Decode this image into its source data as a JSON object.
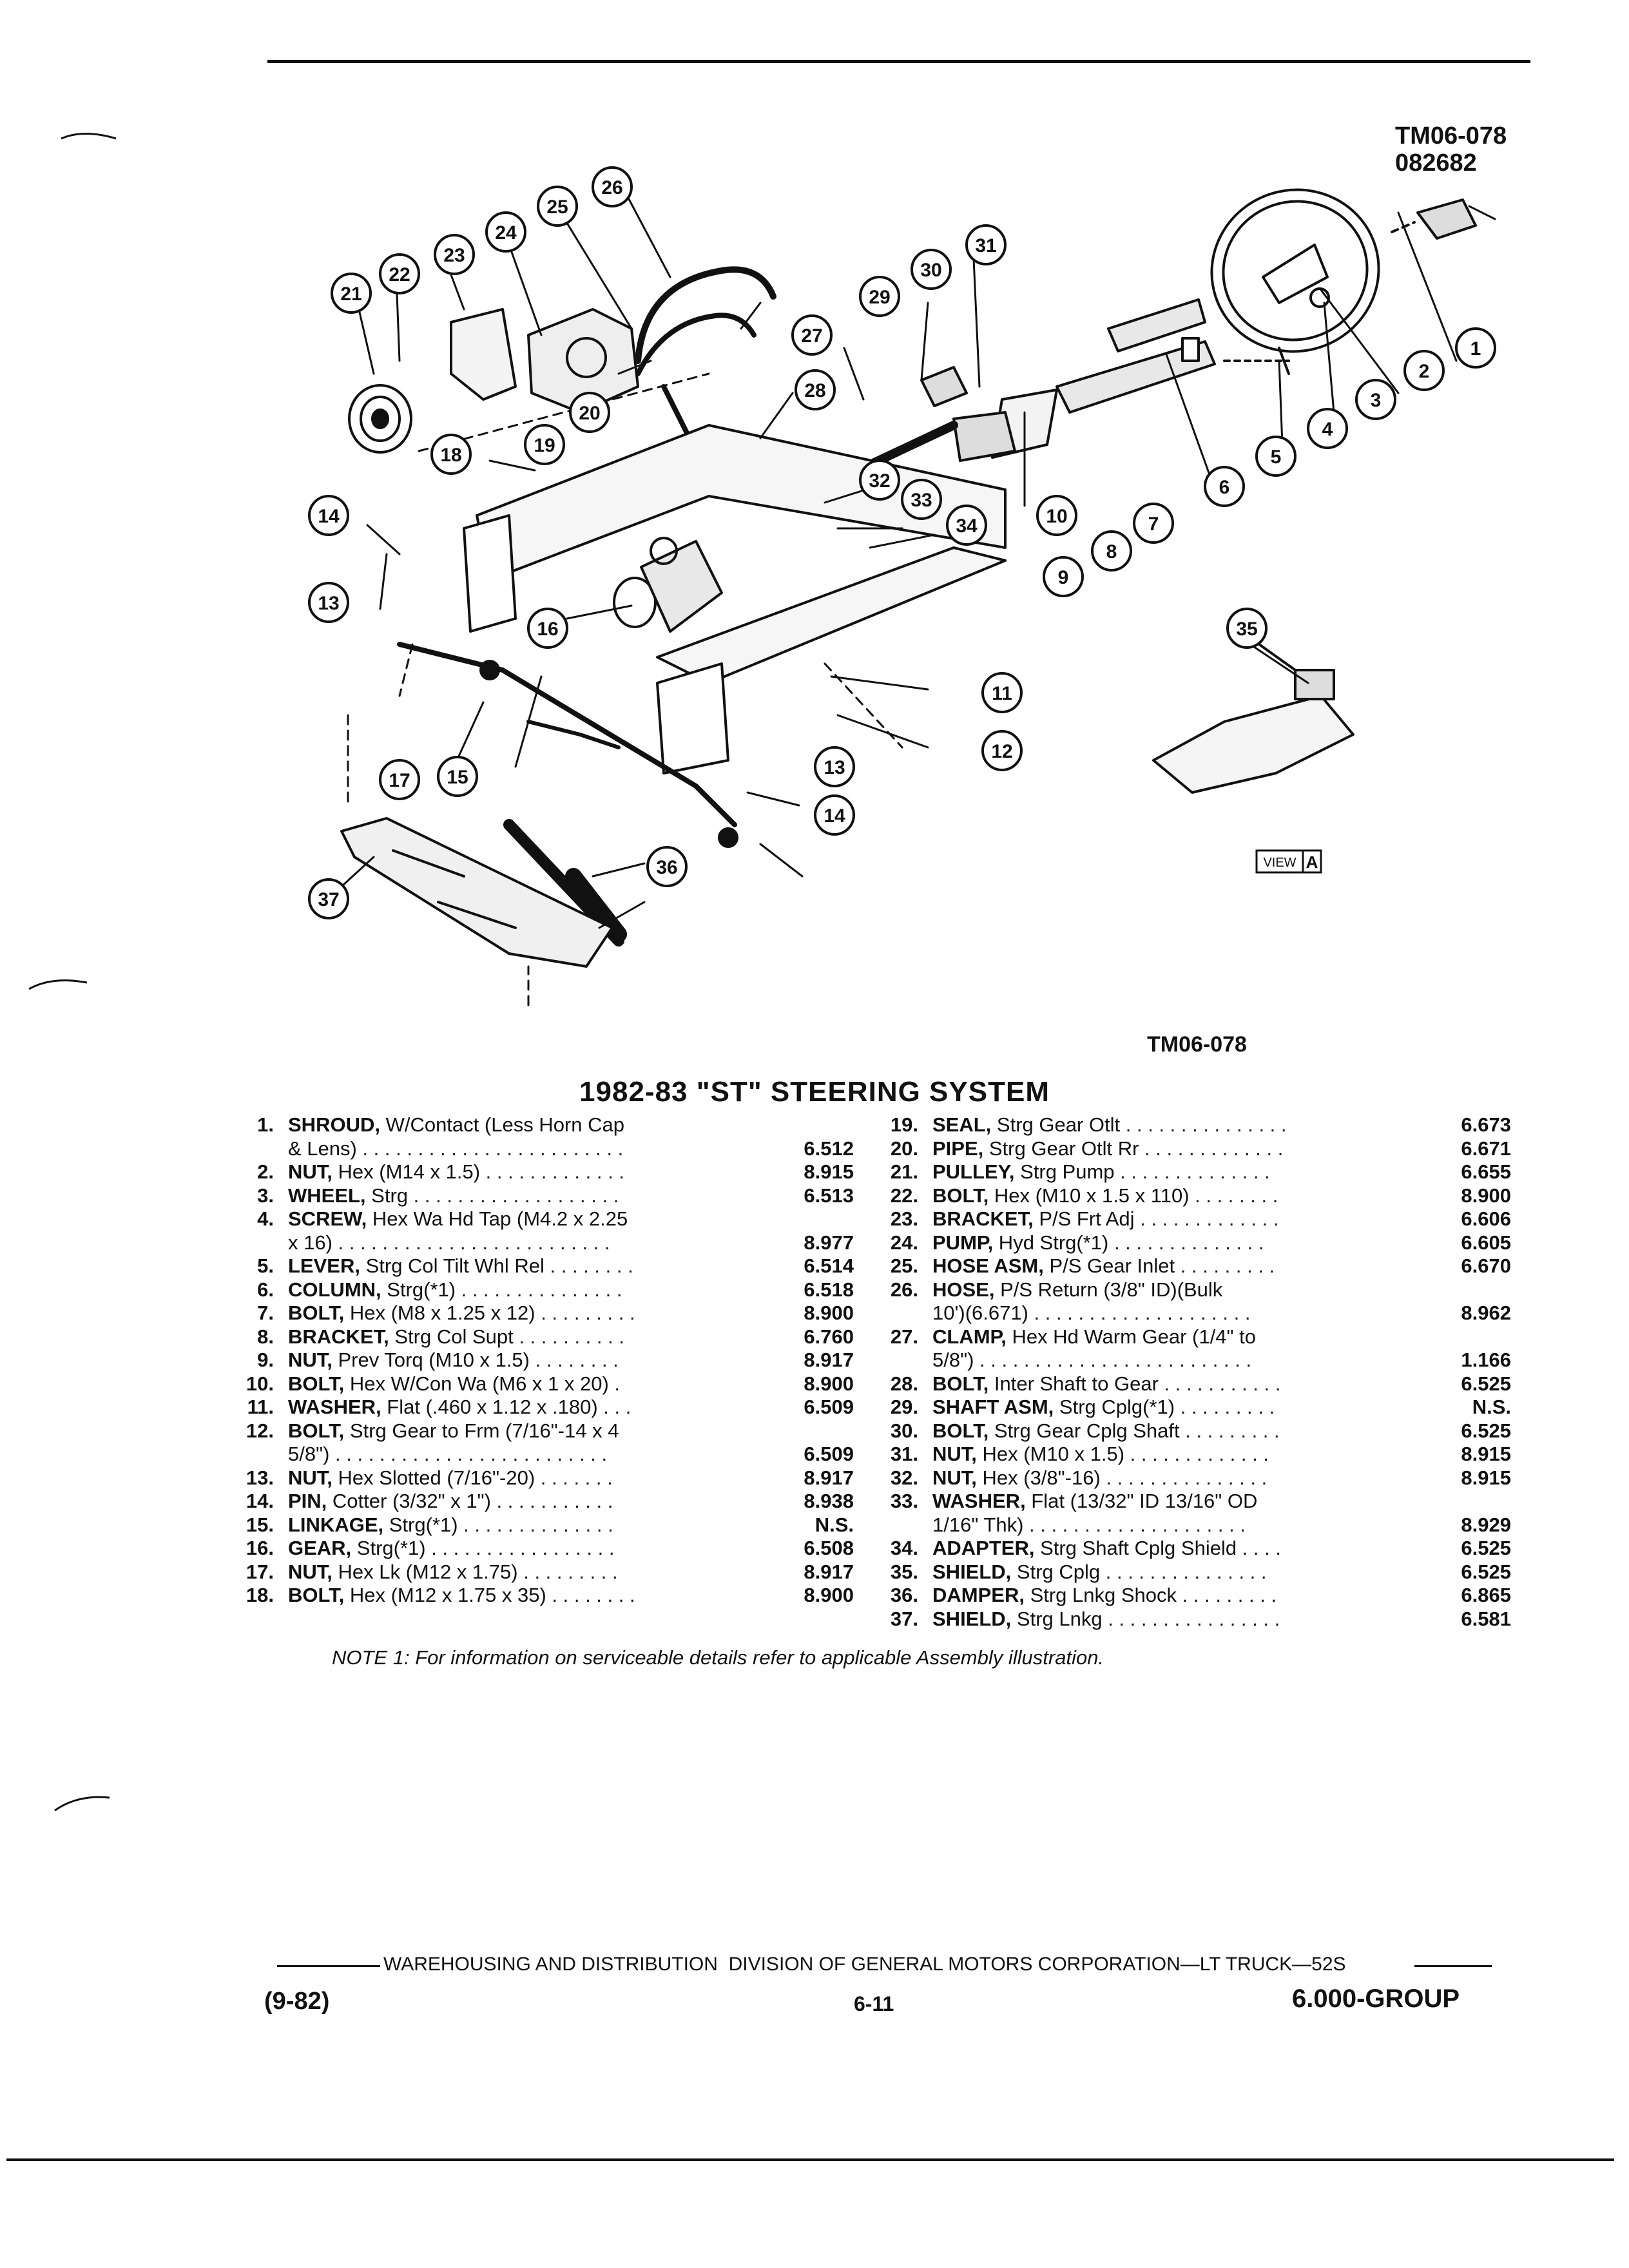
{
  "figure": {
    "code_top_1": "TM06-078",
    "code_top_2": "082682",
    "code_bottom": "TM06-078",
    "view_label": "VIEW",
    "view_letter": "A",
    "callouts": [
      "1",
      "2",
      "3",
      "4",
      "5",
      "6",
      "7",
      "8",
      "9",
      "10",
      "11",
      "12",
      "13",
      "14",
      "15",
      "16",
      "17",
      "18",
      "19",
      "20",
      "21",
      "22",
      "23",
      "24",
      "25",
      "26",
      "27",
      "28",
      "29",
      "30",
      "31",
      "32",
      "33",
      "34",
      "35",
      "36",
      "37"
    ]
  },
  "title": "1982-83 \"ST\" STEERING SYSTEM",
  "parts_left": [
    {
      "num": "1.",
      "name": "SHROUD,",
      "rest": " W/Contact (Less Horn Cap",
      "code": ""
    },
    {
      "num": "",
      "name": "",
      "rest": "& Lens) . . . . . . . . . . . . . . . . . . . . . . . .",
      "code": "6.512"
    },
    {
      "num": "2.",
      "name": "NUT,",
      "rest": " Hex (M14 x 1.5) . . . . . . . . . . . . .",
      "code": "8.915"
    },
    {
      "num": "3.",
      "name": "WHEEL,",
      "rest": " Strg . . . . . . . . . . . . . . . . . . .",
      "code": "6.513"
    },
    {
      "num": "4.",
      "name": "SCREW,",
      "rest": " Hex Wa Hd Tap (M4.2 x 2.25",
      "code": ""
    },
    {
      "num": "",
      "name": "",
      "rest": "x 16) . . . . . . . . . . . . . . . . . . . . . . . . .",
      "code": "8.977"
    },
    {
      "num": "5.",
      "name": "LEVER,",
      "rest": " Strg Col Tilt Whl Rel . . . . . . . .",
      "code": "6.514"
    },
    {
      "num": "6.",
      "name": "COLUMN,",
      "rest": " Strg(*1) . . . . . . . . . . . . . . .",
      "code": "6.518"
    },
    {
      "num": "7.",
      "name": "BOLT,",
      "rest": " Hex (M8 x 1.25 x 12) . . . . . . . . .",
      "code": "8.900"
    },
    {
      "num": "8.",
      "name": "BRACKET,",
      "rest": " Strg Col Supt . . . . . . . . . .",
      "code": "6.760"
    },
    {
      "num": "9.",
      "name": "NUT,",
      "rest": " Prev Torq (M10 x 1.5) . . . . . . . .",
      "code": "8.917"
    },
    {
      "num": "10.",
      "name": "BOLT,",
      "rest": " Hex W/Con Wa (M6 x 1 x 20) .",
      "code": "8.900"
    },
    {
      "num": "11.",
      "name": "WASHER,",
      "rest": " Flat (.460 x 1.12 x .180) . . .",
      "code": "6.509"
    },
    {
      "num": "12.",
      "name": "BOLT,",
      "rest": " Strg Gear to Frm (7/16\"-14 x 4",
      "code": ""
    },
    {
      "num": "",
      "name": "",
      "rest": "5/8\") . . . . . . . . . . . . . . . . . . . . . . . . .",
      "code": "6.509"
    },
    {
      "num": "13.",
      "name": "NUT,",
      "rest": " Hex Slotted (7/16\"-20) . . . . . . .",
      "code": "8.917"
    },
    {
      "num": "14.",
      "name": "PIN,",
      "rest": " Cotter (3/32\" x 1\") . . . . . . . . . . .",
      "code": "8.938"
    },
    {
      "num": "15.",
      "name": "LINKAGE,",
      "rest": " Strg(*1) . . . . . . . . . . . . . .",
      "code": "N.S."
    },
    {
      "num": "16.",
      "name": "GEAR,",
      "rest": " Strg(*1) . . . . . . . . . . . . . . . . .",
      "code": "6.508"
    },
    {
      "num": "17.",
      "name": "NUT,",
      "rest": " Hex Lk (M12 x 1.75) . . . . . . . . .",
      "code": "8.917"
    },
    {
      "num": "18.",
      "name": "BOLT,",
      "rest": " Hex (M12 x 1.75 x 35) . . . . . . . .",
      "code": "8.900"
    }
  ],
  "parts_right": [
    {
      "num": "19.",
      "name": "SEAL,",
      "rest": " Strg Gear Otlt . . . . . . . . . . . . . . .",
      "code": "6.673"
    },
    {
      "num": "20.",
      "name": "PIPE,",
      "rest": " Strg Gear Otlt Rr . . . . . . . . . . . . .",
      "code": "6.671"
    },
    {
      "num": "21.",
      "name": "PULLEY,",
      "rest": " Strg Pump . . . . . . . . . . . . . .",
      "code": "6.655"
    },
    {
      "num": "22.",
      "name": "BOLT,",
      "rest": " Hex (M10 x 1.5 x 110) . . . . . . . .",
      "code": "8.900"
    },
    {
      "num": "23.",
      "name": "BRACKET,",
      "rest": " P/S Frt Adj . . . . . . . . . . . . .",
      "code": "6.606"
    },
    {
      "num": "24.",
      "name": "PUMP,",
      "rest": " Hyd Strg(*1) . . . . . . . . . . . . . .",
      "code": "6.605"
    },
    {
      "num": "25.",
      "name": "HOSE ASM,",
      "rest": " P/S Gear Inlet . . . . . . . . .",
      "code": "6.670"
    },
    {
      "num": "26.",
      "name": "HOSE,",
      "rest": " P/S Return (3/8\" ID)(Bulk",
      "code": ""
    },
    {
      "num": "",
      "name": "",
      "rest": "10')(6.671) . . . . . . . . . . . . . . . . . . . .",
      "code": "8.962"
    },
    {
      "num": "27.",
      "name": "CLAMP,",
      "rest": " Hex Hd Warm Gear (1/4\" to",
      "code": ""
    },
    {
      "num": "",
      "name": "",
      "rest": "5/8\") . . . . . . . . . . . . . . . . . . . . . . . . .",
      "code": "1.166"
    },
    {
      "num": "28.",
      "name": "BOLT,",
      "rest": " Inter Shaft to Gear . . . . . . . . . . .",
      "code": "6.525"
    },
    {
      "num": "29.",
      "name": "SHAFT ASM,",
      "rest": " Strg Cplg(*1) . . . . . . . . .",
      "code": "N.S."
    },
    {
      "num": "30.",
      "name": "BOLT,",
      "rest": " Strg Gear Cplg Shaft . . . . . . . . .",
      "code": "6.525"
    },
    {
      "num": "31.",
      "name": "NUT,",
      "rest": " Hex (M10 x 1.5) . . . . . . . . . . . . .",
      "code": "8.915"
    },
    {
      "num": "32.",
      "name": "NUT,",
      "rest": " Hex (3/8\"-16) . . . . . . . . . . . . . . .",
      "code": "8.915"
    },
    {
      "num": "33.",
      "name": "WASHER,",
      "rest": " Flat (13/32\" ID 13/16\" OD",
      "code": ""
    },
    {
      "num": "",
      "name": "",
      "rest": "1/16\" Thk) . . . . . . . . . . . . . . . . . . . .",
      "code": "8.929"
    },
    {
      "num": "34.",
      "name": "ADAPTER,",
      "rest": " Strg Shaft Cplg Shield . . . .",
      "code": "6.525"
    },
    {
      "num": "35.",
      "name": "SHIELD,",
      "rest": " Strg Cplg . . . . . . . . . . . . . . .",
      "code": "6.525"
    },
    {
      "num": "36.",
      "name": "DAMPER,",
      "rest": " Strg Lnkg Shock . . . . . . . . .",
      "code": "6.865"
    },
    {
      "num": "37.",
      "name": "SHIELD,",
      "rest": " Strg Lnkg . . . . . . . . . . . . . . . .",
      "code": "6.581"
    }
  ],
  "note": "NOTE 1: For information on serviceable details refer to applicable Assembly illustration.",
  "footer": {
    "division": "WAREHOUSING AND DISTRIBUTION  DIVISION OF GENERAL MOTORS CORPORATION—LT TRUCK—52S",
    "date": "(9-82)",
    "page": "6-11",
    "group": "6.000-GROUP"
  }
}
